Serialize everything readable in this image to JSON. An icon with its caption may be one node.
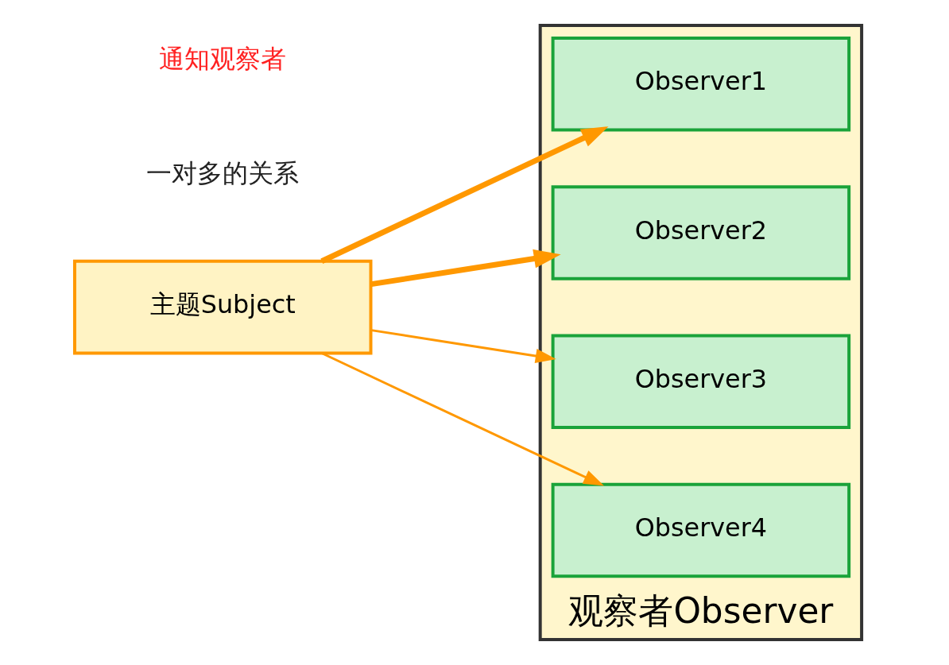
{
  "diagram": {
    "nodes": [
      {
        "text": [
          "主题Subject"
        ]
      },
      {
        "text": [
          "观察者Observer"
        ]
      },
      {
        "text": [
          "Observer1"
        ],
        "in": 1
      },
      {
        "text": [
          "Observer2"
        ],
        "in": 1
      },
      {
        "text": [
          "Observer3"
        ],
        "in": 1
      },
      {
        "text": [
          "Observer4"
        ],
        "in": 1
      }
    ],
    "edges": [
      {
        "from": 0,
        "to": 2,
        "arrow": "to",
        "style": "thick"
      },
      {
        "from": 0,
        "to": 3,
        "arrow": "to",
        "style": "thick"
      },
      {
        "from": 0,
        "to": 4,
        "arrow": "to"
      },
      {
        "from": 0,
        "to": 5,
        "arrow": "to"
      }
    ],
    "labels": [
      "一对多的关系",
      "通知观察者"
    ]
  }
}
